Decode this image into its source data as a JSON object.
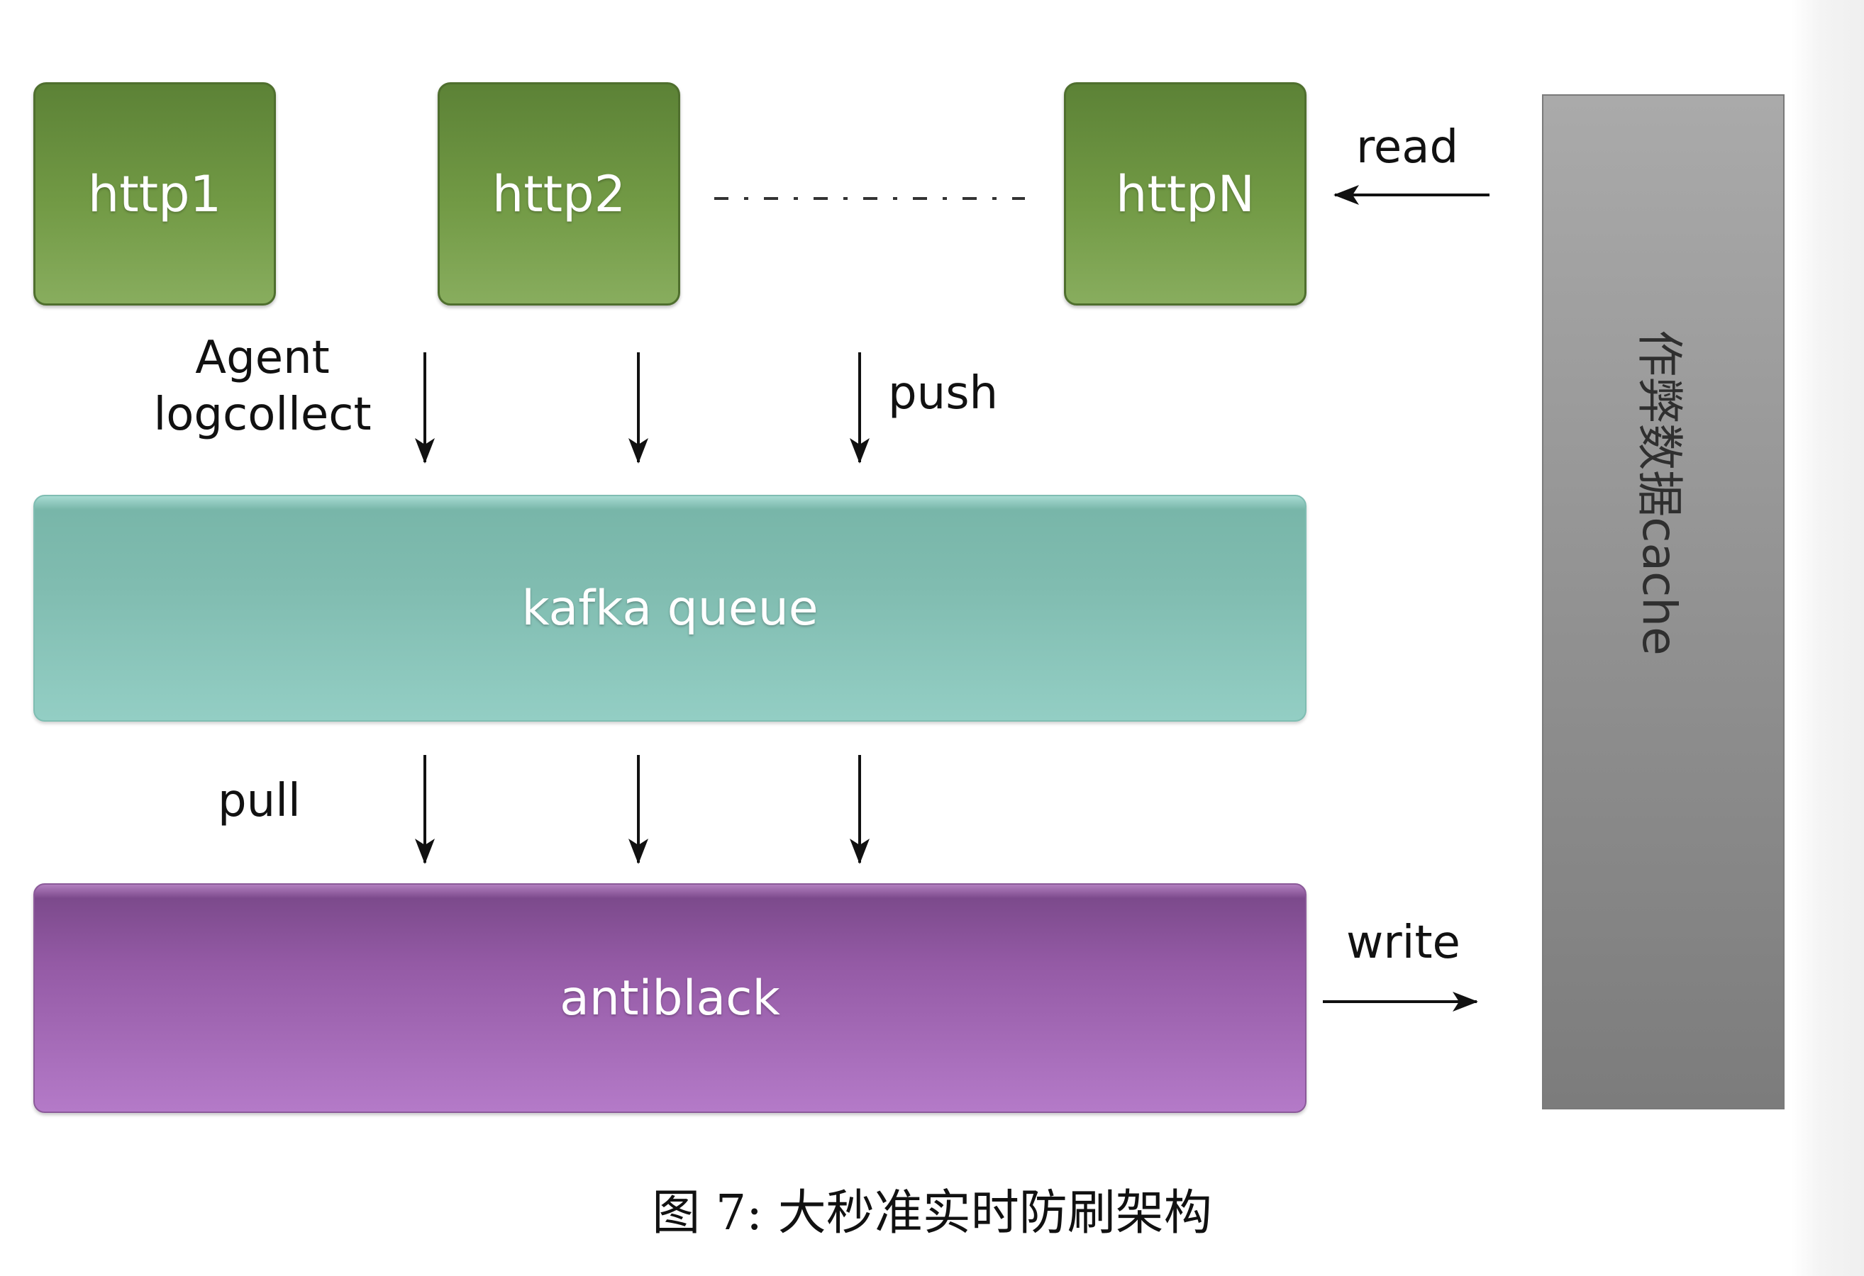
{
  "nodes": {
    "http1": "http1",
    "http2": "http2",
    "httpN": "httpN",
    "kafka": "kafka queue",
    "antiblack": "antiblack",
    "cache": "作弊数据cache"
  },
  "labels": {
    "agent_line1": "Agent",
    "agent_line2": "logcollect",
    "push": "push",
    "pull": "pull",
    "read": "read",
    "write": "write"
  },
  "caption": "图 7: 大秒准实时防刷架构",
  "colors": {
    "http_green": "#729a45",
    "kafka_teal": "#80bcb0",
    "antiblack_purple": "#945aa5",
    "cache_gray": "#929292",
    "arrow": "#111111"
  }
}
